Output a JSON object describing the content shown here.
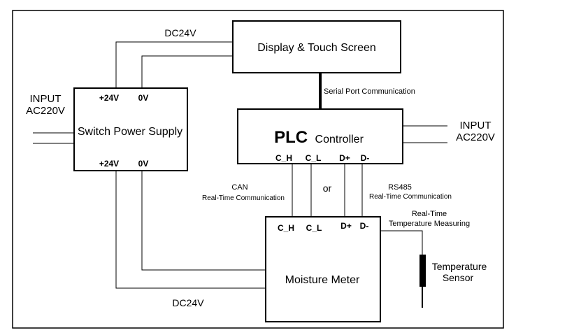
{
  "outer_frame": {},
  "display": {
    "title": "Display & Touch Screen"
  },
  "serial_label": "Serial Port Communication",
  "plc": {
    "prefix": "PLC",
    "suffix": "Controller"
  },
  "plc_pins": [
    "C_H",
    "C_L",
    "D+",
    "D-"
  ],
  "power_supply": {
    "title": "Switch Power Supply",
    "top_left": "+24V",
    "top_right": "0V",
    "bottom_left": "+24V",
    "bottom_right": "0V"
  },
  "input_left": {
    "line1": "INPUT",
    "line2": "AC220V"
  },
  "input_right": {
    "line1": "INPUT",
    "line2": "AC220V"
  },
  "dc24v_top": "DC24V",
  "dc24v_bottom": "DC24V",
  "can": {
    "title": "CAN",
    "subtitle": "Real-Time Communication"
  },
  "or_label": "or",
  "rs485": {
    "title": "RS485",
    "subtitle": "Real-Time Communication"
  },
  "temp_measuring": {
    "line1": "Real-Time",
    "line2": "Temperature Measuring"
  },
  "moisture": {
    "title": "Moisture Meter",
    "pins": [
      "C_H",
      "C_L",
      "D+",
      "D-"
    ]
  },
  "temp_sensor": {
    "line1": "Temperature",
    "line2": "Sensor"
  }
}
